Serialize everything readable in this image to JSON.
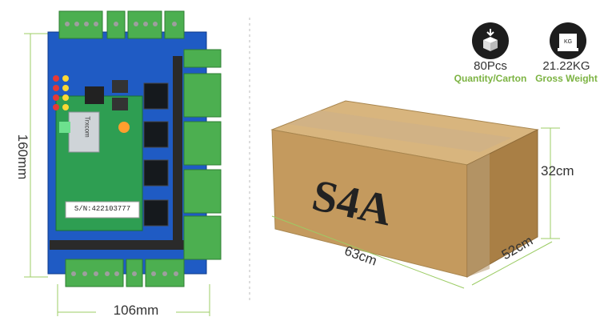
{
  "board": {
    "height_label": "160mm",
    "width_label": "106mm",
    "serial_label": "S/N:422103777",
    "module_brand": "Trxcom"
  },
  "box": {
    "marking": "S4A",
    "length_label": "63cm",
    "width_label": "52cm",
    "height_label": "32cm"
  },
  "stats": [
    {
      "icon": "box-package-icon",
      "value": "80Pcs",
      "label": "Quantity/Carton"
    },
    {
      "icon": "weight-scale-icon",
      "value": "21.22KG",
      "label": "Gross Weight"
    }
  ],
  "colors": {
    "accent": "#7cb342",
    "pcb": "#1e56b8",
    "terminal": "#4caf50",
    "cardboard": "#c9a36b"
  }
}
